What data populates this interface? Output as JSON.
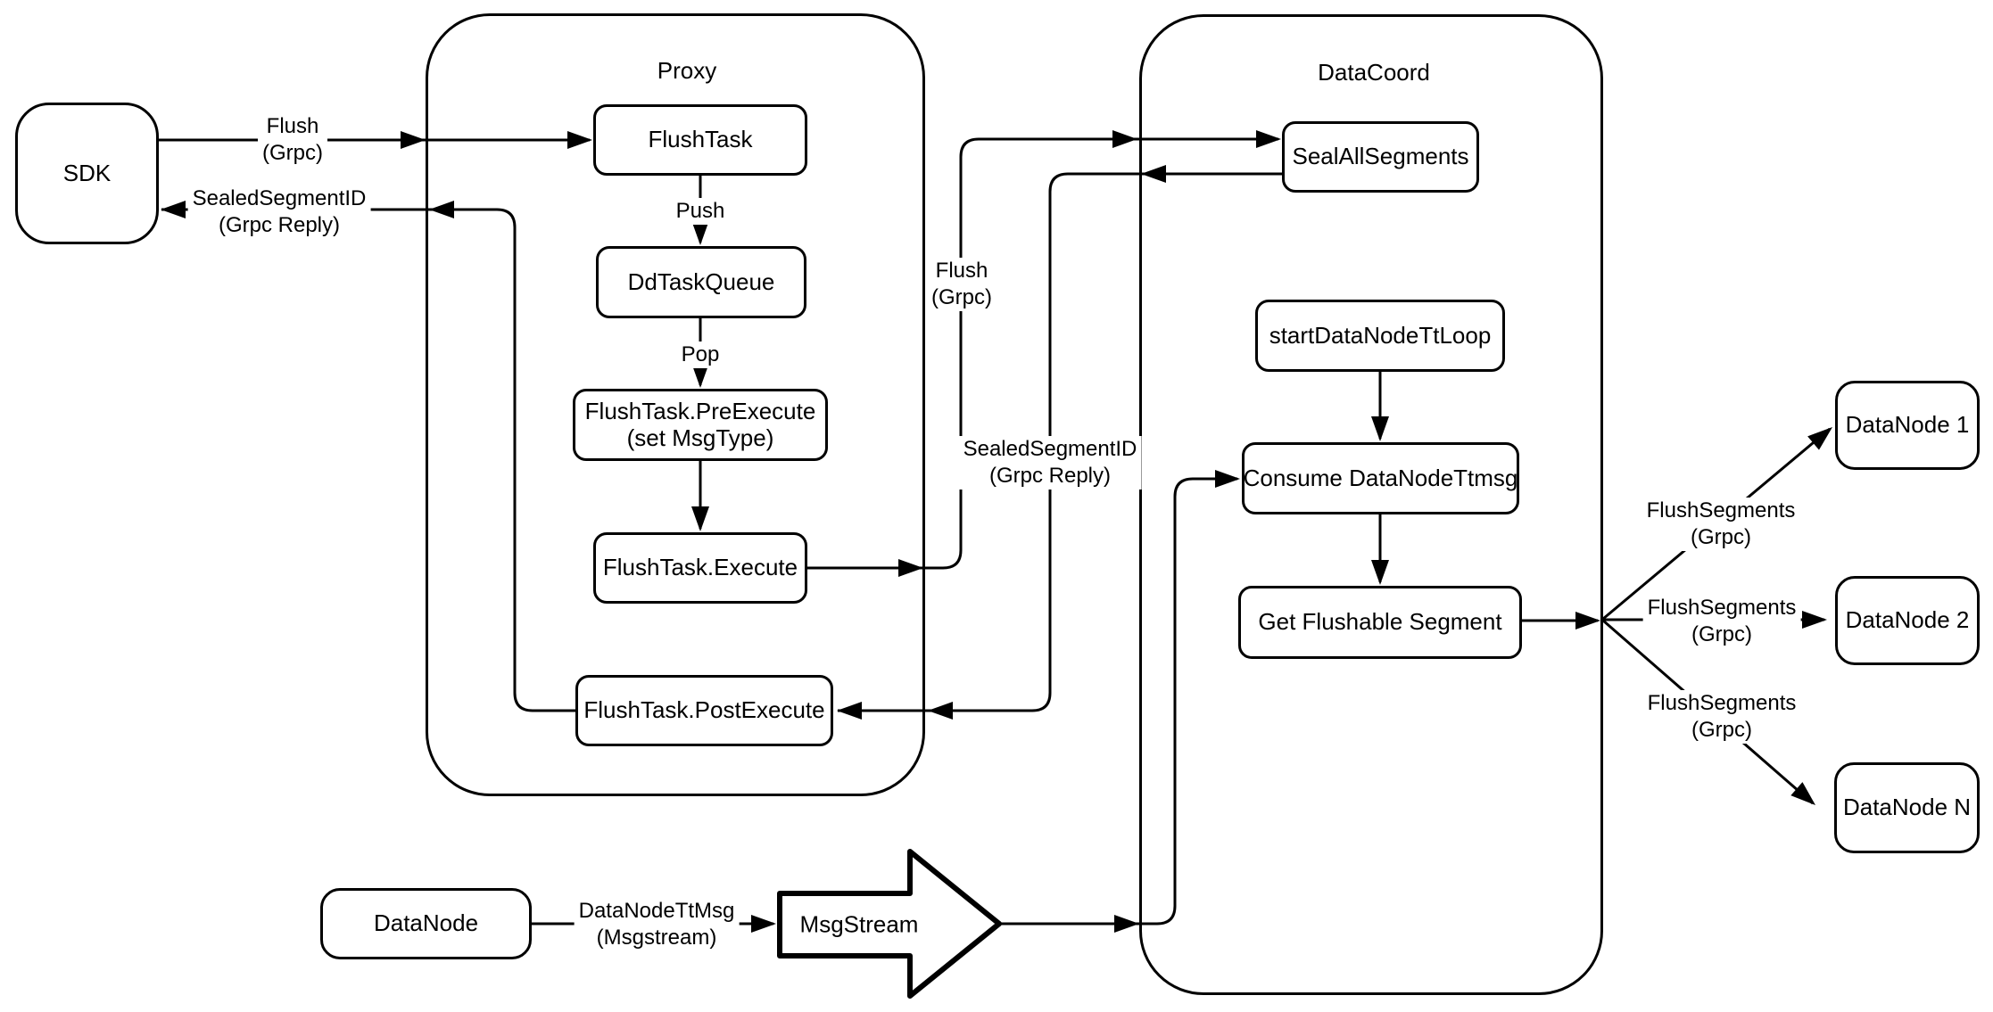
{
  "colors": {
    "stroke": "#000000",
    "background": "#ffffff"
  },
  "containers": {
    "proxy": {
      "title": "Proxy"
    },
    "datacoord": {
      "title": "DataCoord"
    }
  },
  "nodes": {
    "sdk": {
      "label": "SDK"
    },
    "flushtask": {
      "label": "FlushTask"
    },
    "ddtaskqueue": {
      "label": "DdTaskQueue"
    },
    "preexecute": {
      "line1": "FlushTask.PreExecute",
      "line2": "(set MsgType)"
    },
    "execute": {
      "label": "FlushTask.Execute"
    },
    "postexecute": {
      "label": "FlushTask.PostExecute"
    },
    "sealallsegments": {
      "label": "SealAllSegments"
    },
    "startdatanodettloop": {
      "label": "startDataNodeTtLoop"
    },
    "consumedatanodettmsg": {
      "label": "Consume DataNodeTtmsg"
    },
    "getflushablesegment": {
      "label": "Get Flushable Segment"
    },
    "datanode1": {
      "label": "DataNode 1"
    },
    "datanode2": {
      "label": "DataNode 2"
    },
    "datanoden": {
      "label": "DataNode N"
    },
    "datanode_bottom": {
      "label": "DataNode"
    },
    "msgstream": {
      "label": "MsgStream"
    }
  },
  "edge_labels": {
    "flush_sdk_proxy": {
      "line1": "Flush",
      "line2": "(Grpc)"
    },
    "sealed_proxy_sdk": {
      "line1": "SealedSegmentID",
      "line2": "(Grpc Reply)"
    },
    "push": {
      "line1": "Push"
    },
    "pop": {
      "line1": "Pop"
    },
    "flush_proxy_datacoord": {
      "line1": "Flush",
      "line2": "(Grpc)"
    },
    "sealed_datacoord_proxy": {
      "line1": "SealedSegmentID",
      "line2": "(Grpc Reply)"
    },
    "flushsegments1": {
      "line1": "FlushSegments",
      "line2": "(Grpc)"
    },
    "flushsegments2": {
      "line1": "FlushSegments",
      "line2": "(Grpc)"
    },
    "flushsegments3": {
      "line1": "FlushSegments",
      "line2": "(Grpc)"
    },
    "datanodettmsg": {
      "line1": "DataNodeTtMsg",
      "line2": "(Msgstream)"
    }
  }
}
